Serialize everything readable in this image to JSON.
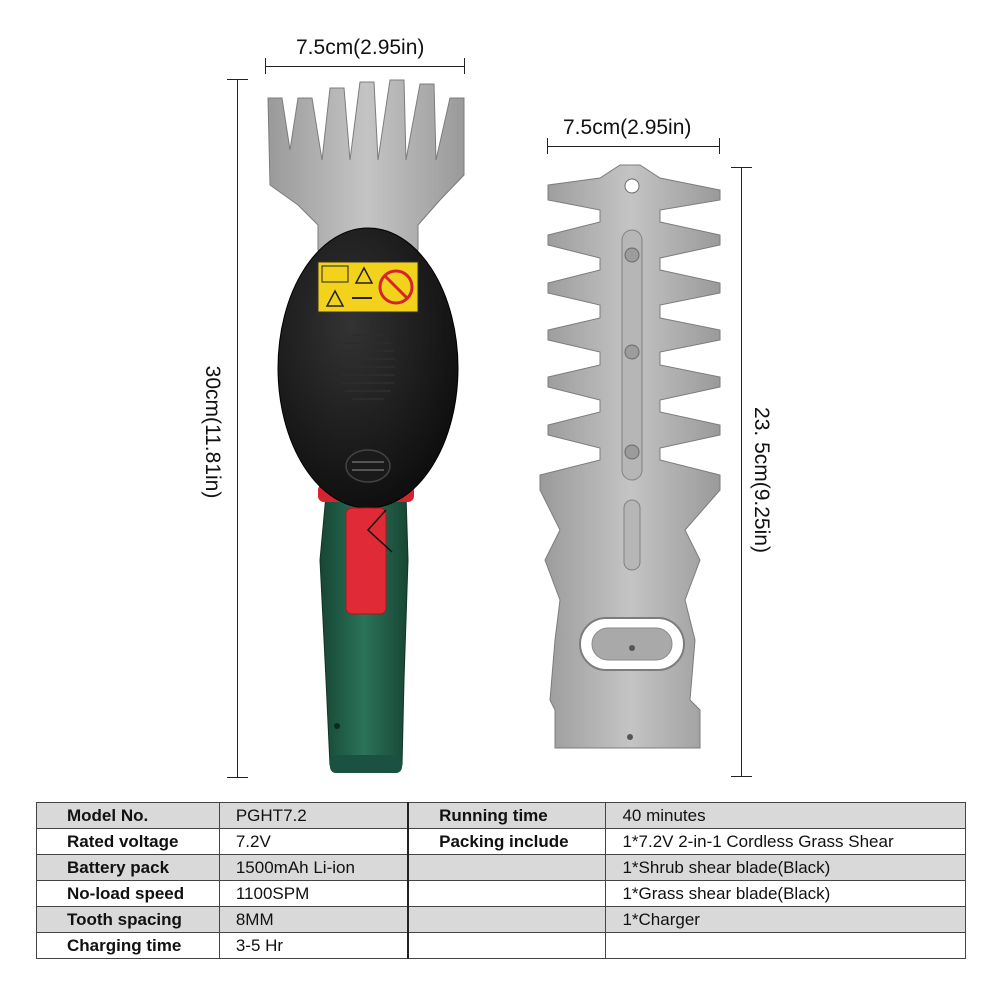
{
  "dimensions": {
    "shear_width": "7.5cm(2.95in)",
    "blade_width": "7.5cm(2.95in)",
    "shear_length": "30cm(11.81in)",
    "blade_length": "23. 5cm(9.25in)"
  },
  "colors": {
    "housing": "#1c1c1c",
    "handle": "#1f5a45",
    "trigger": "#e02a35",
    "blade": "#a9a9a9",
    "label_yellow": "#f3d21c"
  },
  "specs": {
    "left": [
      {
        "key": "Model No.",
        "value": "PGHT7.2"
      },
      {
        "key": "Rated voltage",
        "value": "7.2V"
      },
      {
        "key": "Battery pack",
        "value": "1500mAh Li-ion"
      },
      {
        "key": "No-load speed",
        "value": "1100SPM"
      },
      {
        "key": "Tooth spacing",
        "value": "8MM"
      },
      {
        "key": "Charging time",
        "value": "3-5 Hr"
      }
    ],
    "right": [
      {
        "key": "Running time",
        "value": "40 minutes"
      },
      {
        "key": "Packing include",
        "value": "1*7.2V 2-in-1 Cordless Grass Shear"
      },
      {
        "key": "",
        "value": "1*Shrub shear blade(Black)"
      },
      {
        "key": "",
        "value": "1*Grass shear blade(Black)"
      },
      {
        "key": "",
        "value": "1*Charger"
      },
      {
        "key": "",
        "value": ""
      }
    ]
  }
}
